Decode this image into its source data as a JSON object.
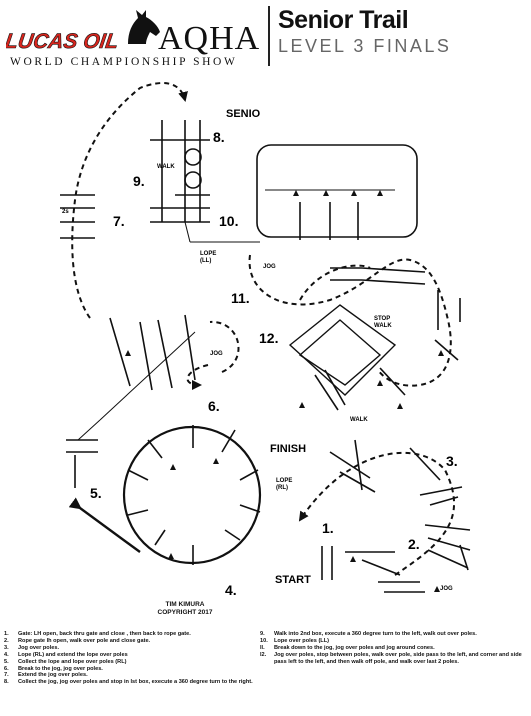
{
  "header": {
    "sponsor_logo_text": "LUCAS OIL",
    "association_logo_text": "AQHA",
    "show_name": "WORLD CHAMPIONSHIP SHOW",
    "title": "Senior Trail",
    "subtitle": "LEVEL 3 FINALS"
  },
  "diagram": {
    "obstacle_numbers": [
      "1.",
      "2.",
      "3.",
      "4.",
      "5.",
      "6.",
      "7.",
      "8.",
      "9.",
      "10.",
      "11.",
      "12."
    ],
    "labels": {
      "start": "START",
      "finish": "FINISH",
      "jog_1": "JOG",
      "jog_2": "JOG",
      "jog_3": "JOG",
      "lope_rl": "LOPE\n(RL)",
      "lope_ll": "LOPE\n(LL)",
      "walk_gate": "WALK",
      "walk_12": "WALK",
      "stop_walk": "STOP\nWALK",
      "senior_sign": "SENIO",
      "spacing_2s": "2s"
    }
  },
  "credit": {
    "author": "TIM KIMURA",
    "copyright": "COPYRIGHT 2017"
  },
  "notes_left": [
    {
      "n": "1.",
      "text": "Gate: LH open, back thru gate and close , then back to rope gate."
    },
    {
      "n": "2.",
      "text": "Rope gate lh open, walk over pole and close gate."
    },
    {
      "n": "3.",
      "text": "Jog over poles."
    },
    {
      "n": "4.",
      "text": "Lope (RL) and extend the lope over poles"
    },
    {
      "n": "5.",
      "text": "Collect the lope and lope over poles (RL)"
    },
    {
      "n": "6.",
      "text": "Break to the jog, jog over poles."
    },
    {
      "n": "7.",
      "text": "Extend the jog over poles."
    },
    {
      "n": "8.",
      "text": "Collect the jog, jog over poles and stop in lst box, execute a 360 degree turn to the right."
    }
  ],
  "notes_right": [
    {
      "n": "9.",
      "text": "Walk into 2nd box, execute a 360 degree turn to the left, walk out over poles."
    },
    {
      "n": "10.",
      "text": "Lope over poles (LL)"
    },
    {
      "n": "ll.",
      "text": "Break down to the jog, jog over poles and jog around cones."
    },
    {
      "n": "l2.",
      "text": "Jog over poles, stop between poles, walk over pole, side pass to the left, and corner and side pass left to the left, and then walk off pole, and walk over last 2 poles."
    }
  ],
  "colors": {
    "lucas_red": "#d6261e",
    "ink": "#111111",
    "subtitle_gray": "#666666"
  }
}
